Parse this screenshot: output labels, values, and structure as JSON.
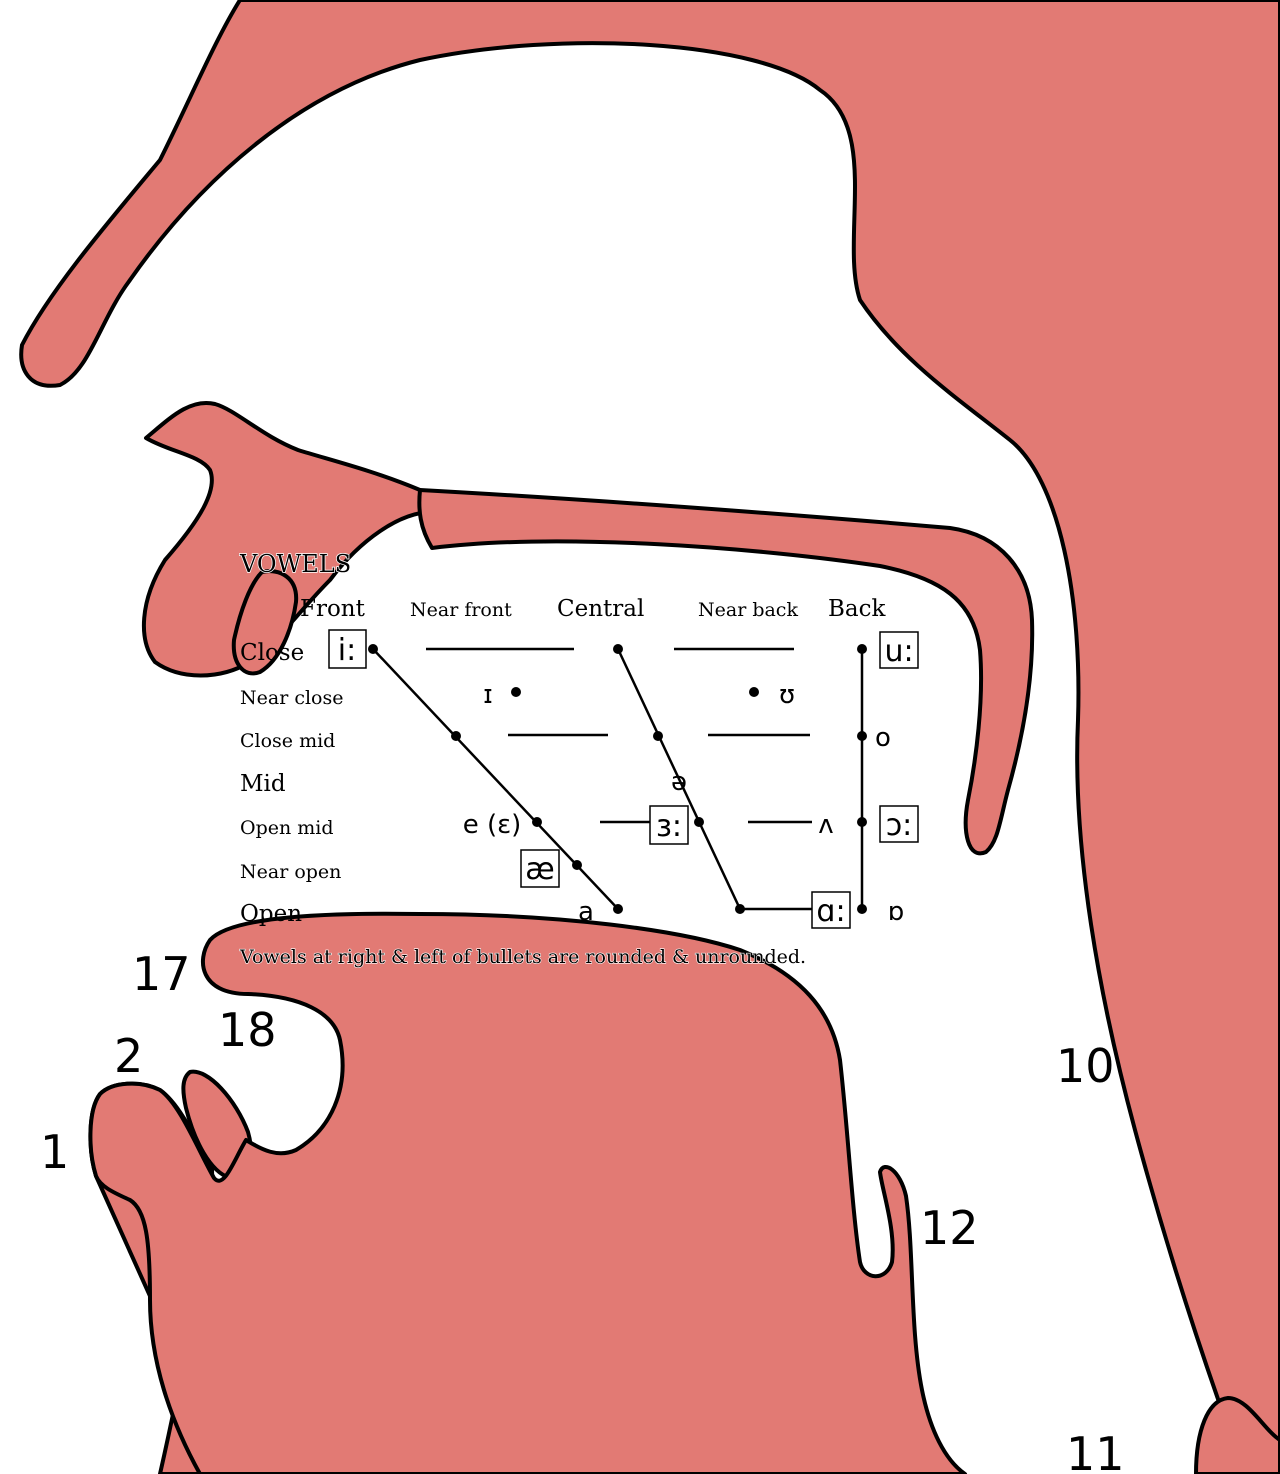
{
  "tissue_color": "#e27a74",
  "outline_color": "#000000",
  "region_labels": {
    "lower_lip": "1",
    "upper_lip": "2",
    "pharynx_wall": "10",
    "larynx": "11",
    "epiglottis": "12",
    "tongue_tip": "17",
    "lower_teeth": "18"
  },
  "vowel_chart": {
    "title": "VOWELS",
    "columns": {
      "front": "Front",
      "near_front": "Near front",
      "central": "Central",
      "near_back": "Near back",
      "back": "Back"
    },
    "rows": {
      "close": "Close",
      "near_close": "Near close",
      "close_mid": "Close mid",
      "mid": "Mid",
      "open_mid": "Open mid",
      "near_open": "Near open",
      "open": "Open"
    },
    "vowels": {
      "close_front": "i:",
      "close_back": "u:",
      "near_close_front": "ɪ",
      "near_close_back": "ʊ",
      "close_mid_back": "o",
      "mid_central": "ə",
      "open_mid_front": "e (ɛ)",
      "open_mid_central": "ɜ:",
      "open_mid_back_unrounded": "ʌ",
      "open_mid_back_rounded": "ɔ:",
      "near_open_front": "æ",
      "open_front": "a",
      "open_back_unrounded": "ɑ:",
      "open_back_rounded": "ɒ"
    },
    "note": "Vowels at right & left of bullets are rounded & unrounded."
  }
}
